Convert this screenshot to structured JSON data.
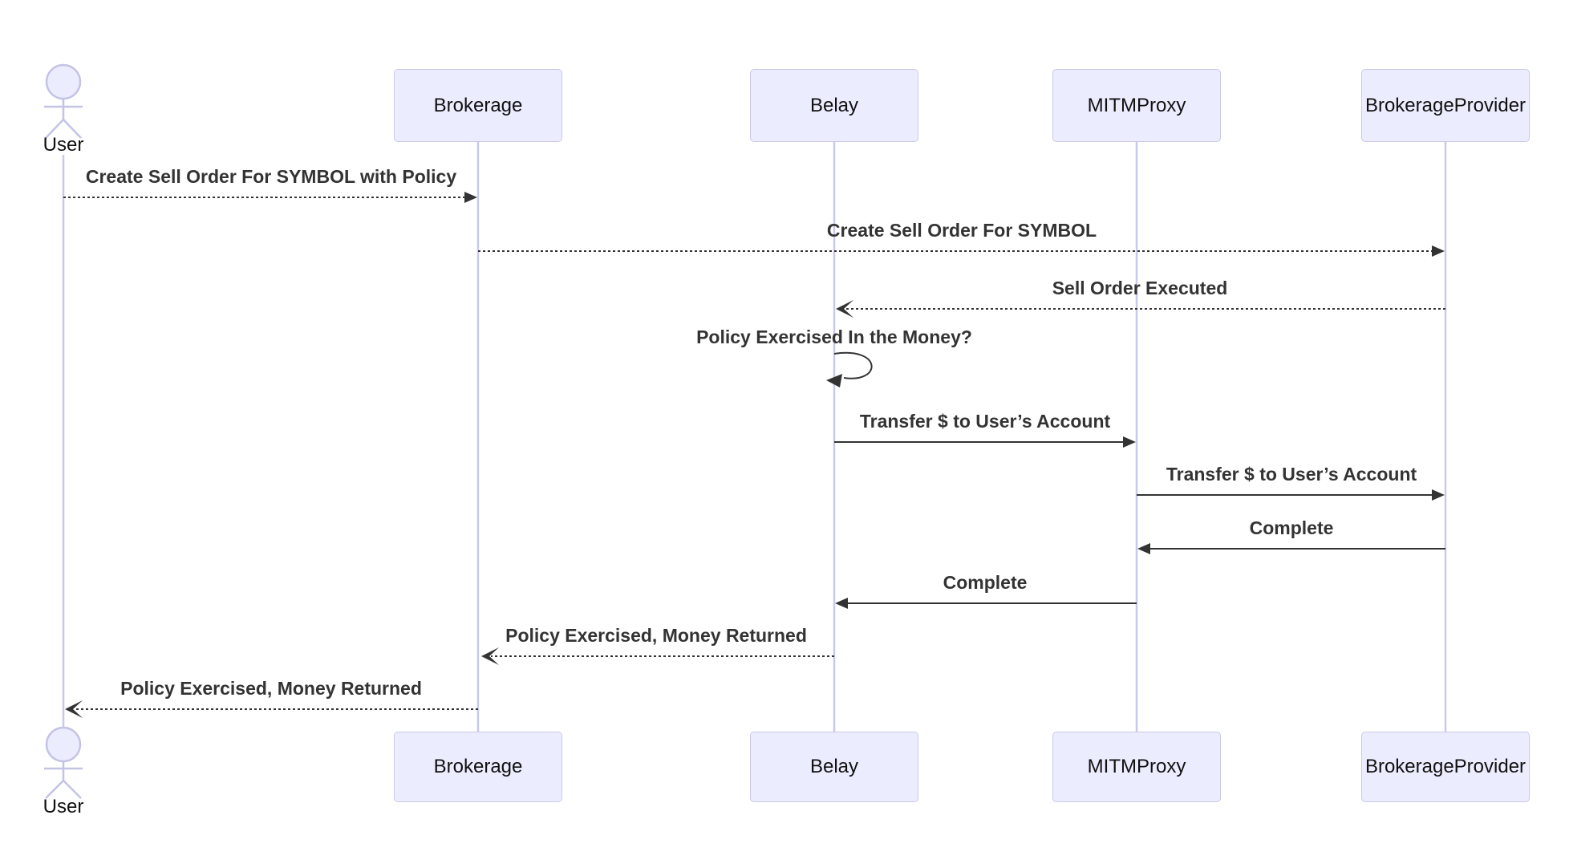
{
  "diagram": {
    "type": "sequence-diagram",
    "background": "#FFFFFF",
    "participants": [
      {
        "id": "user",
        "label": "User",
        "kind": "actor"
      },
      {
        "id": "brokerage",
        "label": "Brokerage",
        "kind": "participant"
      },
      {
        "id": "belay",
        "label": "Belay",
        "kind": "participant"
      },
      {
        "id": "mitmproxy",
        "label": "MITMProxy",
        "kind": "participant"
      },
      {
        "id": "brokerageProvider",
        "label": "BrokerageProvider",
        "kind": "participant"
      }
    ],
    "messages": [
      {
        "from": "user",
        "to": "brokerage",
        "text": "Create Sell Order For SYMBOL with Policy",
        "line": "dashed",
        "arrowhead": "filled"
      },
      {
        "from": "brokerage",
        "to": "brokerageProvider",
        "text": "Create Sell Order For SYMBOL",
        "line": "dashed",
        "arrowhead": "filled"
      },
      {
        "from": "brokerageProvider",
        "to": "belay",
        "text": "Sell Order Executed",
        "line": "dashed",
        "arrowhead": "open"
      },
      {
        "from": "belay",
        "to": "belay",
        "text": "Policy Exercised In the Money?",
        "line": "self",
        "arrowhead": "filled"
      },
      {
        "from": "belay",
        "to": "mitmproxy",
        "text": "Transfer $ to User’s Account",
        "line": "solid",
        "arrowhead": "filled"
      },
      {
        "from": "mitmproxy",
        "to": "brokerageProvider",
        "text": "Transfer $ to User’s Account",
        "line": "solid",
        "arrowhead": "filled"
      },
      {
        "from": "brokerageProvider",
        "to": "mitmproxy",
        "text": "Complete",
        "line": "solid",
        "arrowhead": "filled"
      },
      {
        "from": "mitmproxy",
        "to": "belay",
        "text": "Complete",
        "line": "solid",
        "arrowhead": "filled"
      },
      {
        "from": "belay",
        "to": "brokerage",
        "text": "Policy Exercised, Money Returned",
        "line": "dashed",
        "arrowhead": "open"
      },
      {
        "from": "brokerage",
        "to": "user",
        "text": "Policy Exercised, Money Returned",
        "line": "dashed",
        "arrowhead": "open"
      }
    ],
    "colors": {
      "participant_fill": "#ECECFF",
      "participant_border": "#C9C9E8",
      "lifeline": "#C9C9EC",
      "actor_figure": "#C3C3E6",
      "arrow": "#333333",
      "message_text": "#333333",
      "participant_text": "#111111"
    }
  }
}
